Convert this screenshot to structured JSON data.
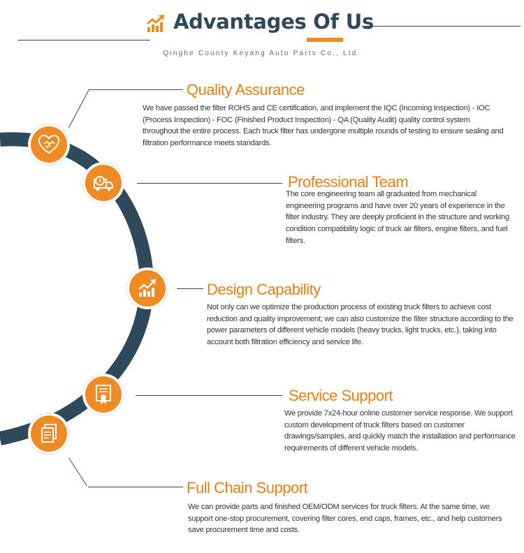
{
  "header": {
    "title": "Advantages Of Us",
    "company": "Qinghe County Keyang Auto Parts Co., Ltd.",
    "icon": "growth-chart-icon"
  },
  "colors": {
    "accent": "#ef7d10",
    "navy": "#2e4a5a",
    "text": "#333333"
  },
  "items": [
    {
      "title": "Quality Assurance",
      "icon": "handshake-heart-icon",
      "description": "We have passed the filter ROHS and CE certification, and implement the IQC (Incoming Inspection) - IOC (Process Inspection) - FOC (Finished Product Inspection) - QA (Quality Audit) quality control system throughout the entire process. Each truck filter has undergone multiple rounds of testing to ensure sealing and filtration performance meets standards."
    },
    {
      "title": "Professional Team",
      "icon": "delivery-truck-clock-icon",
      "description": "The core engineering team all graduated from mechanical engineering programs and have over 20 years of experience in the filter industry. They are deeply proficient in the structure and working condition compatibility logic of truck air filters, engine filters, and fuel filters."
    },
    {
      "title": "Design Capability",
      "icon": "growth-chart-icon",
      "description": "Not only can we optimize the production process of existing truck filters to achieve cost reduction and quality improvement; we can also customize the filter structure according to the power parameters of different vehicle models (heavy trucks, light trucks, etc.), taking into account both filtration efficiency and service life."
    },
    {
      "title": "Service Support",
      "icon": "certificate-icon",
      "description": "We provide 7x24-hour online customer service response. We support custom development of truck filters based on customer drawings/samples, and quickly match the installation and performance requirements of different vehicle models."
    },
    {
      "title": "Full Chain Support",
      "icon": "document-stack-icon",
      "description": "We can provide parts and finished OEM/ODM services for truck filters. At the same time, we support one-stop procurement, covering filter cores, end caps, frames, etc., and help customers save procurement time and costs."
    }
  ]
}
